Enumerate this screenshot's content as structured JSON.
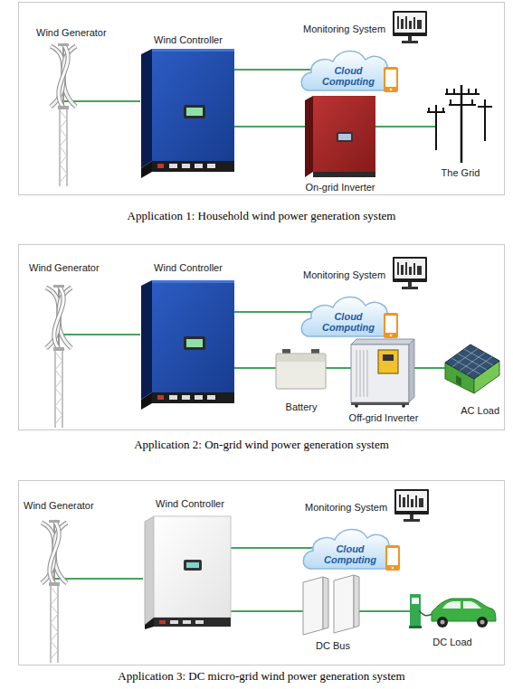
{
  "diagram": {
    "nodes": [
      {
        "text": [
          "Application 1: Household wind power generation system"
        ]
      },
      {
        "text": [
          "Wind Generator"
        ],
        "in": 0
      },
      {
        "text": [
          "Wind Controller"
        ],
        "in": 0
      },
      {
        "text": [
          "Monitoring System"
        ],
        "in": 0
      },
      {
        "text": [
          "On-grid Inverter"
        ],
        "in": 0
      },
      {
        "text": [
          "The Grid"
        ],
        "in": 0
      },
      {
        "text": [
          "Application 2: On-grid wind power generation system"
        ]
      },
      {
        "text": [
          "Wind Generator"
        ],
        "in": 6
      },
      {
        "text": [
          "Wind Controller"
        ],
        "in": 6
      },
      {
        "text": [
          "Monitoring System"
        ],
        "in": 6
      },
      {
        "text": [
          "Battery"
        ],
        "in": 6
      },
      {
        "text": [
          "Off-grid Inverter"
        ],
        "in": 6
      },
      {
        "text": [
          "AC Load"
        ],
        "in": 6
      },
      {
        "text": [
          "Application 3: DC micro-grid wind power generation system"
        ]
      },
      {
        "text": [
          "Wind Generator"
        ],
        "in": 13
      },
      {
        "text": [
          "Wind Controller"
        ],
        "in": 13
      },
      {
        "text": [
          "Monitoring System"
        ],
        "in": 13
      },
      {
        "text": [
          "DC Bus"
        ],
        "in": 13
      },
      {
        "text": [
          "DC Load"
        ],
        "in": 13
      }
    ],
    "edges": [
      {
        "from": 1,
        "to": 2,
        "arrow": "none"
      },
      {
        "from": 2,
        "to": 3,
        "arrow": "none"
      },
      {
        "from": 2,
        "to": 4,
        "arrow": "none"
      },
      {
        "from": 4,
        "to": 5,
        "arrow": "none"
      },
      {
        "from": 7,
        "to": 8,
        "arrow": "none"
      },
      {
        "from": 8,
        "to": 9,
        "arrow": "none"
      },
      {
        "from": 8,
        "to": 10,
        "arrow": "none"
      },
      {
        "from": 10,
        "to": 11,
        "arrow": "none"
      },
      {
        "from": 11,
        "to": 12,
        "arrow": "none"
      },
      {
        "from": 14,
        "to": 15,
        "arrow": "none"
      },
      {
        "from": 15,
        "to": 16,
        "arrow": "none"
      },
      {
        "from": 15,
        "to": 17,
        "arrow": "none"
      },
      {
        "from": 17,
        "to": 18,
        "arrow": "none"
      }
    ],
    "labels": [
      "Cloud Computing",
      "Cloud Computing",
      "Cloud Computing"
    ]
  }
}
